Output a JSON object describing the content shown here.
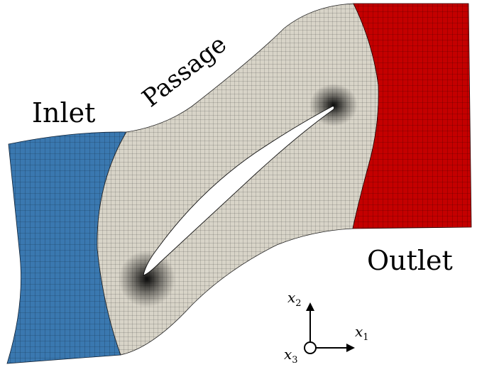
{
  "labels": {
    "inlet": "Inlet",
    "passage": "Passage",
    "outlet": "Outlet"
  },
  "axes": {
    "x1": "x",
    "x1_sub": "1",
    "x2": "x",
    "x2_sub": "2",
    "x3": "x",
    "x3_sub": "3"
  },
  "colors": {
    "inlet": "#3a78b0",
    "passage": "#d8d4c8",
    "outlet": "#c40000",
    "mesh": "#1a1a1a"
  }
}
